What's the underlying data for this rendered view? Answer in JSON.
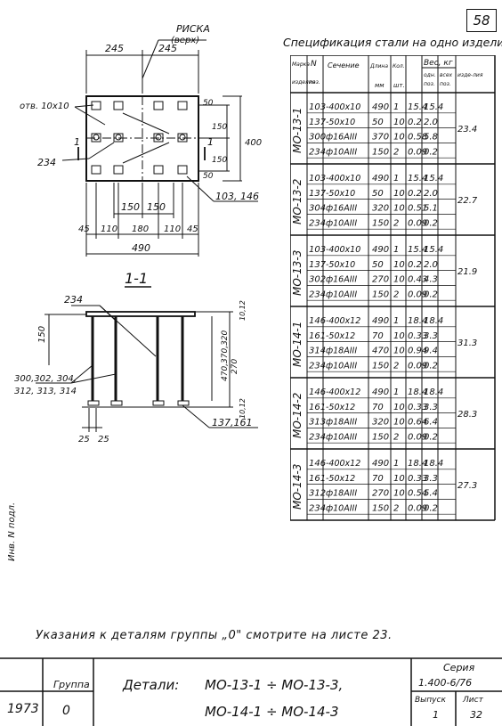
{
  "sheet_number": "58",
  "drawing": {
    "label_riska": "РИСКА",
    "label_riska_sub": "(верх)",
    "dim_245_left": "245",
    "dim_245_right": "245",
    "hole_label": "отв. 10x10",
    "label_234_plan": "234",
    "cut_mark": "1",
    "dim_50": "50",
    "dim_150_top": "150",
    "dim_400": "400",
    "dim_150_bottom": "150",
    "dim_50_bottom": "50",
    "leader_103_146": "103, 146",
    "dim_150_a": "150",
    "dim_150_b": "150",
    "dim_45_l": "45",
    "dim_110_a": "110",
    "dim_180": "180",
    "dim_110_b": "110",
    "dim_45_r": "45",
    "dim_490": "490",
    "section_title": "1-1",
    "label_234_section": "234",
    "dim_150_section": "150",
    "dim_10_12_top": "10,12",
    "dim_rods": "470,370,320",
    "dim_270": "270",
    "dim_10_12_bottom": "10,12",
    "rods_label_1": "300,302, 304,",
    "rods_label_2": "312, 313, 314",
    "dim_25_a": "25",
    "dim_25_b": "25",
    "leader_137_161": "137,161"
  },
  "spec": {
    "title": "Спецификация стали на одно изделие",
    "headers": {
      "product": "Марка изделия",
      "pos": "N поз.",
      "section": "Сечение",
      "length": "Длина",
      "length_unit": "мм",
      "qty": "Кол.",
      "qty_unit": "шт.",
      "weight": "Вес, кг",
      "w_one": "одн. поз.",
      "w_all": "всех поз.",
      "w_product": "изде-лия"
    },
    "groups": [
      {
        "product": "МО-13-1",
        "total": "23.4",
        "rows": [
          [
            "103",
            "-400x10",
            "490",
            "1",
            "15.4",
            "15.4"
          ],
          [
            "137",
            "-50x10",
            "50",
            "10",
            "0.2",
            "2.0"
          ],
          [
            "300",
            "ф16АIII",
            "370",
            "10",
            "0.58",
            "5.8"
          ],
          [
            "234",
            "ф10АIII",
            "150",
            "2",
            "0.09",
            "0.2"
          ]
        ]
      },
      {
        "product": "МО-13-2",
        "total": "22.7",
        "rows": [
          [
            "103",
            "-400x10",
            "490",
            "1",
            "15.4",
            "15.4"
          ],
          [
            "137",
            "-50x10",
            "50",
            "10",
            "0.2",
            "2.0"
          ],
          [
            "304",
            "ф16АIII",
            "320",
            "10",
            "0.51",
            "5.1"
          ],
          [
            "234",
            "ф10АIII",
            "150",
            "2",
            "0.09",
            "0.2"
          ]
        ]
      },
      {
        "product": "МО-13-3",
        "total": "21.9",
        "rows": [
          [
            "103",
            "-400x10",
            "490",
            "1",
            "15.4",
            "15.4"
          ],
          [
            "137",
            "-50x10",
            "50",
            "10",
            "0.2",
            "2.0"
          ],
          [
            "302",
            "ф16АIII",
            "270",
            "10",
            "0.43",
            "4.3"
          ],
          [
            "234",
            "ф10АIII",
            "150",
            "2",
            "0.09",
            "0.2"
          ]
        ]
      },
      {
        "product": "МО-14-1",
        "total": "31.3",
        "rows": [
          [
            "146",
            "-400x12",
            "490",
            "1",
            "18.4",
            "18.4"
          ],
          [
            "161",
            "-50x12",
            "70",
            "10",
            "0.33",
            "3.3"
          ],
          [
            "314",
            "ф18АIII",
            "470",
            "10",
            "0.94",
            "9.4"
          ],
          [
            "234",
            "ф10АIII",
            "150",
            "2",
            "0.09",
            "0.2"
          ]
        ]
      },
      {
        "product": "МО-14-2",
        "total": "28.3",
        "rows": [
          [
            "146",
            "-400x12",
            "490",
            "1",
            "18.4",
            "18.4"
          ],
          [
            "161",
            "-50x12",
            "70",
            "10",
            "0.33",
            "3.3"
          ],
          [
            "313",
            "ф18АIII",
            "320",
            "10",
            "0.64",
            "6.4"
          ],
          [
            "234",
            "ф10АIII",
            "150",
            "2",
            "0.09",
            "0.2"
          ]
        ]
      },
      {
        "product": "МО-14-3",
        "total": "27.3",
        "rows": [
          [
            "146",
            "-400x12",
            "490",
            "1",
            "18.4",
            "18.4"
          ],
          [
            "161",
            "-50x12",
            "70",
            "10",
            "0.33",
            "3.3"
          ],
          [
            "312",
            "ф18АIII",
            "270",
            "10",
            "0.54",
            "5.4"
          ],
          [
            "234",
            "ф10АIII",
            "150",
            "2",
            "0.09",
            "0.2"
          ]
        ]
      }
    ]
  },
  "note": "Указания к деталям группы „0\" смотрите на листе 23.",
  "side_text": "Инв. N подл.",
  "title_block": {
    "year": "1973",
    "group_label": "Группа",
    "group_value": "0",
    "details_label": "Детали:",
    "details_line1": "МО-13-1 ÷ МО-13-3,",
    "details_line2": "МО-14-1 ÷ МО-14-3",
    "series_label": "Серия",
    "series_value": "1.400-6/76",
    "issue_label": "Выпуск",
    "issue_value": "1",
    "sheet_label": "Лист",
    "sheet_value": "32"
  }
}
